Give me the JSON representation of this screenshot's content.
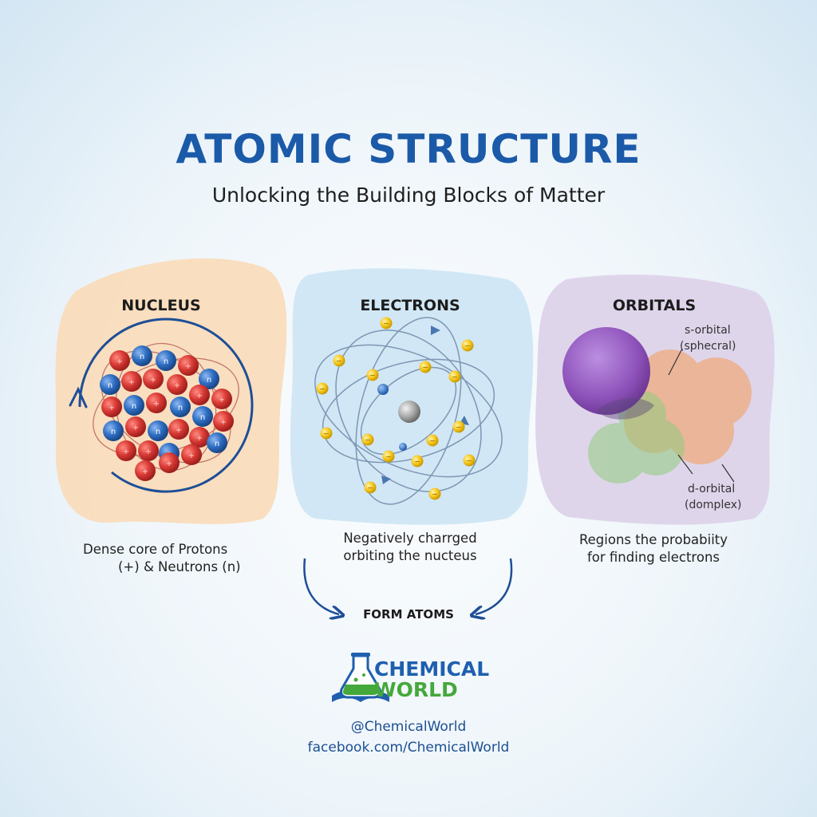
{
  "title": "ATOMIC STRUCTURE",
  "subtitle": "Unlocking the Building Blocks of Matter",
  "panels": [
    {
      "title": "NUCLEUS",
      "description_lines": [
        "Dense core of Protons",
        "(+) & Neutrons (n)"
      ],
      "particle_labels": {
        "neutron": "n",
        "proton": "+"
      }
    },
    {
      "title": "ELECTRONS",
      "description_lines": [
        "Negatively charrged",
        "orbiting the nucteus"
      ],
      "particle_labels": {
        "electron": "−"
      }
    },
    {
      "title": "ORBITALS",
      "description_lines": [
        "Regions the probabiity",
        "for finding electrons"
      ],
      "callouts": [
        {
          "line1": "s-orbital",
          "line2": "(sphecral)"
        },
        {
          "line1": "d-orbital",
          "line2": "(domplex)"
        }
      ]
    }
  ],
  "connector_label": "FORM ATOMS",
  "brand": {
    "line1": "CHEMICAL",
    "line2": "WORLD",
    "icon": "flask-book-icon"
  },
  "social": {
    "handle": "@ChemicalWorld",
    "facebook": "facebook.com/ChemicalWorld"
  },
  "colors": {
    "title": "#1b5aa8",
    "proton": "#d93a35",
    "neutron": "#2f6fc4",
    "electron": "#f5c518",
    "nucleus_panel": "#f9dcbc",
    "electron_panel": "#cfe6f4",
    "orbital_panel": "#ddd3ea",
    "s_orbital": "#8a4cb8",
    "d_orbital_orange": "#f3a064",
    "d_orbital_green": "#8fcc7c",
    "brand_blue": "#1f5fae",
    "brand_green": "#45a83b"
  }
}
